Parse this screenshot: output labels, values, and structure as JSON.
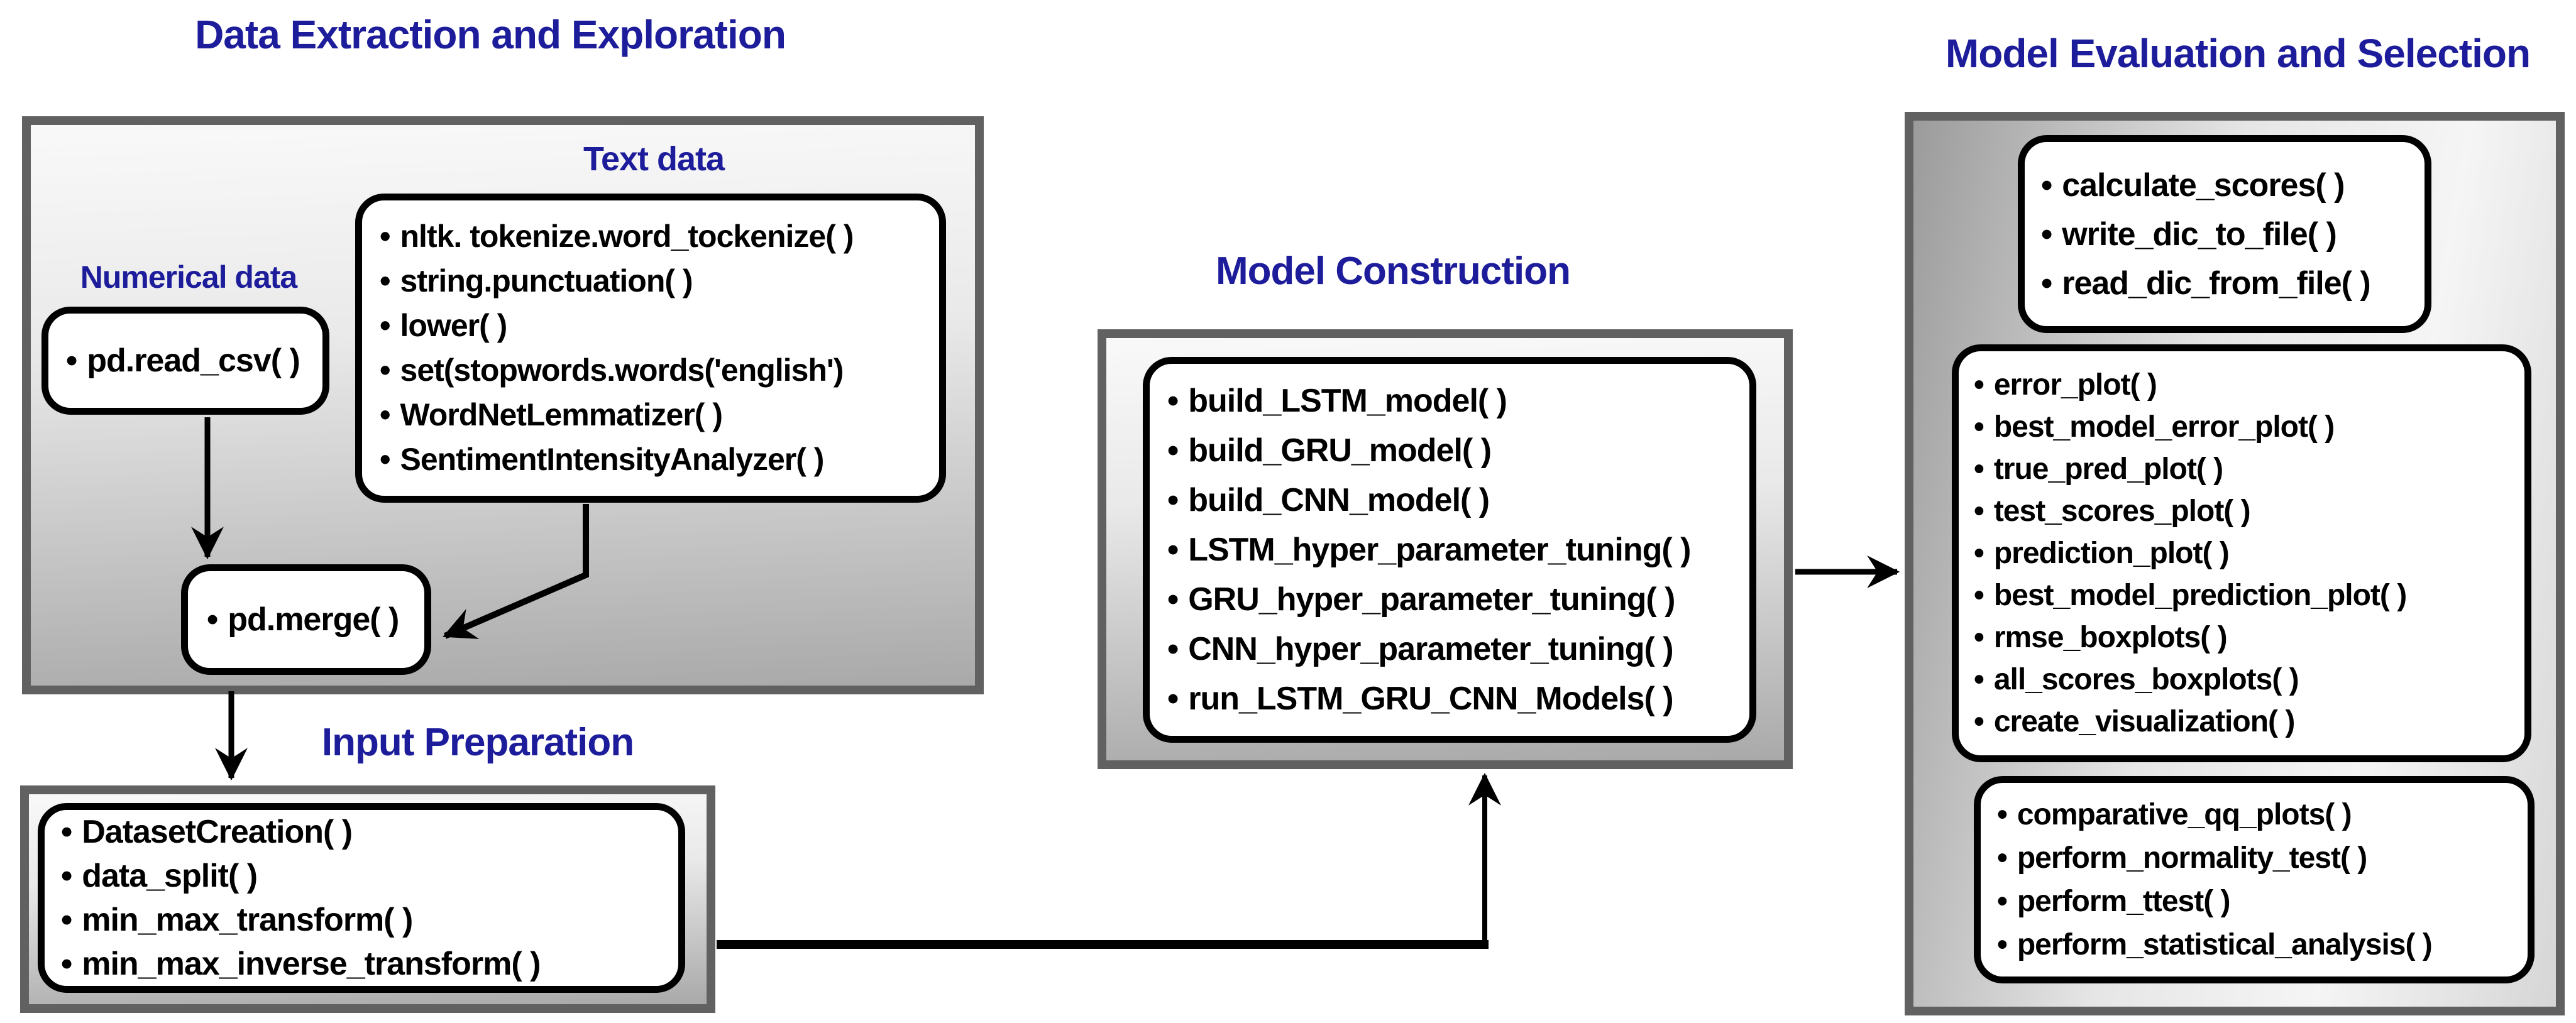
{
  "titles": {
    "data_extraction": "Data Extraction and Exploration",
    "input_preparation": "Input Preparation",
    "model_construction": "Model Construction",
    "model_evaluation": "Model Evaluation and Selection"
  },
  "colors": {
    "title_blue": "#1d1d9c",
    "panel_border_gray": "#616161",
    "function_box_border": "#000000",
    "arrow_black": "#000000",
    "panel_fill_light": "#f9f9f9",
    "panel_fill_dark": "#a9a9a9"
  },
  "data_extraction": {
    "text_data_label": "Text data",
    "numerical_data_label": "Numerical data",
    "text_data_functions": [
      "nltk. tokenize.word_tockenize( )",
      "string.punctuation( )",
      "lower( )",
      "set(stopwords.words('english')",
      "WordNetLemmatizer( )",
      "SentimentIntensityAnalyzer( )"
    ],
    "numerical_data_functions": [
      "pd.read_csv( )"
    ],
    "merge_functions": [
      "pd.merge( )"
    ]
  },
  "input_preparation": {
    "functions": [
      "DatasetCreation( )",
      "data_split( )",
      "min_max_transform( )",
      "min_max_inverse_transform( )"
    ]
  },
  "model_construction": {
    "functions": [
      "build_LSTM_model( )",
      "build_GRU_model( )",
      "build_CNN_model( )",
      "LSTM_hyper_parameter_tuning( )",
      "GRU_hyper_parameter_tuning( )",
      "CNN_hyper_parameter_tuning( )",
      "run_LSTM_GRU_CNN_Models( )"
    ]
  },
  "model_evaluation": {
    "scores_io_functions": [
      "calculate_scores( )",
      "write_dic_to_file( )",
      "read_dic_from_file( )"
    ],
    "plot_functions": [
      "error_plot( )",
      "best_model_error_plot( )",
      "true_pred_plot( )",
      "test_scores_plot( )",
      "prediction_plot( )",
      "best_model_prediction_plot( )",
      "rmse_boxplots( )",
      "all_scores_boxplots( )",
      "create_visualization( )"
    ],
    "statistics_functions": [
      "comparative_qq_plots( )",
      "perform_normality_test( )",
      "perform_ttest( )",
      "perform_statistical_analysis( )"
    ]
  }
}
